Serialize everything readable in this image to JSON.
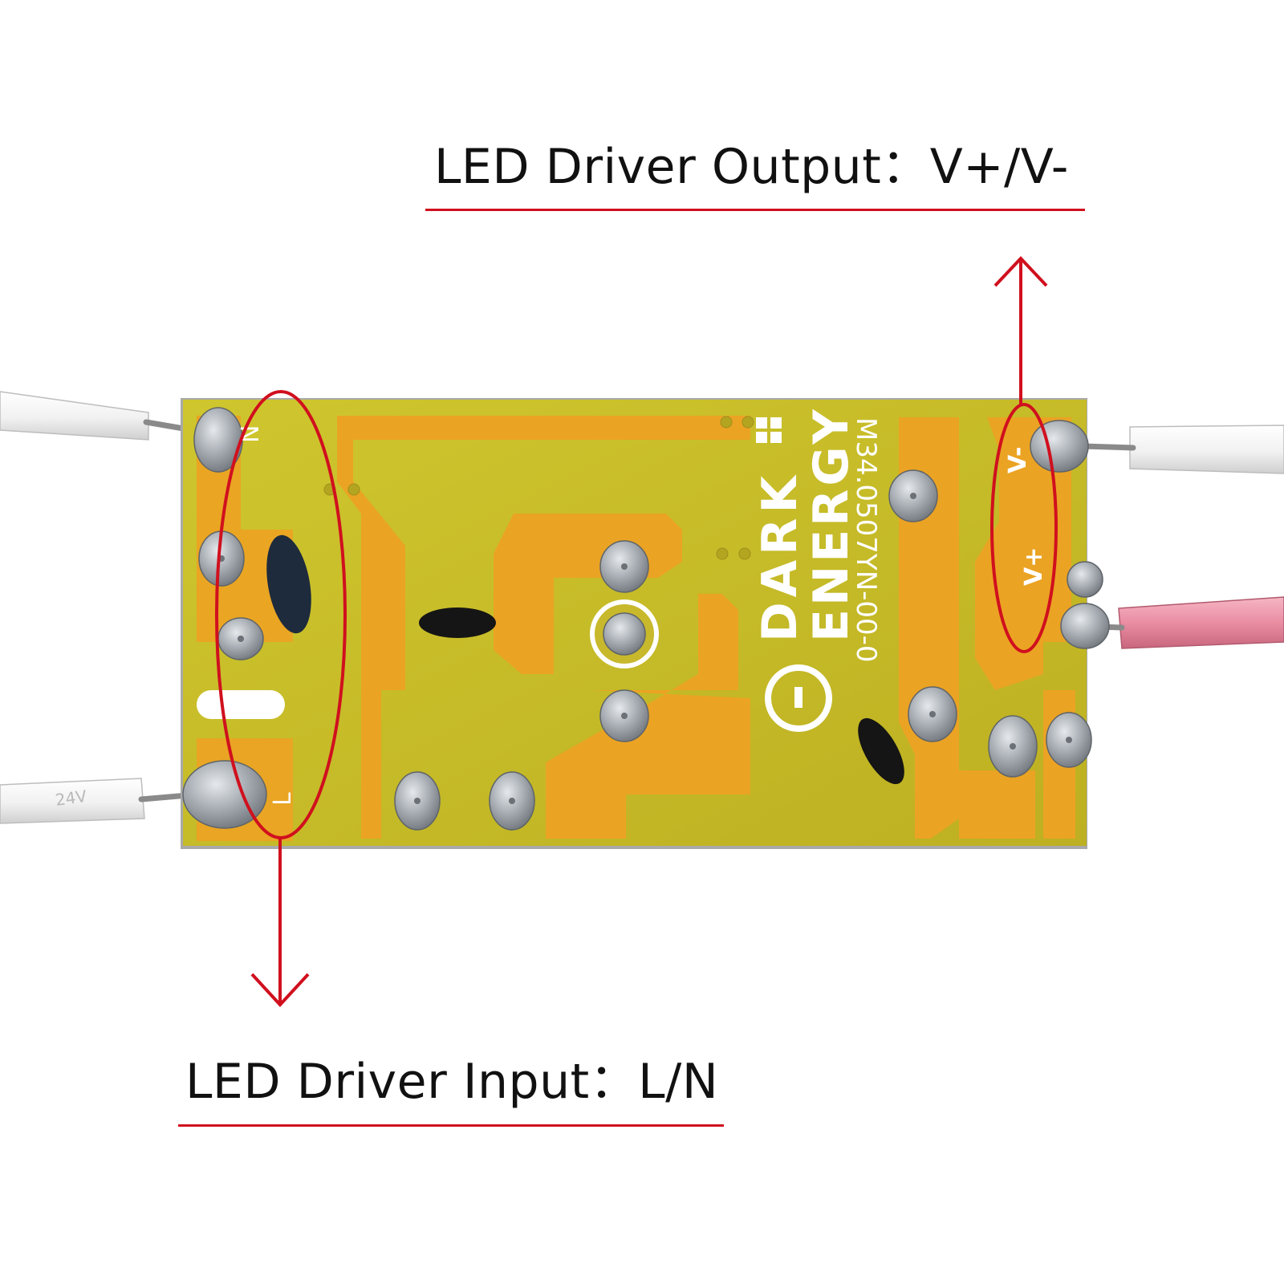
{
  "captions": {
    "output": "LED Driver Output：V+/V-",
    "input": "LED Driver Input：L/N"
  },
  "board": {
    "brand_line1": "DARK",
    "brand_line2": "ENERGY",
    "model_code": "M34.0507YN-00-0",
    "pin_n": "N",
    "pin_l": "L",
    "pin_v_minus": "V-",
    "pin_v_plus": "V+",
    "wire_print": "24V"
  },
  "colors": {
    "annotation_red": "#d0101e",
    "board_yellow": "#c9bf2a",
    "trace_orange": "#f0a020",
    "solder_grey": "#9aa0a6",
    "wire_white": "#f4f4f4",
    "wire_pink": "#e88aa0"
  }
}
